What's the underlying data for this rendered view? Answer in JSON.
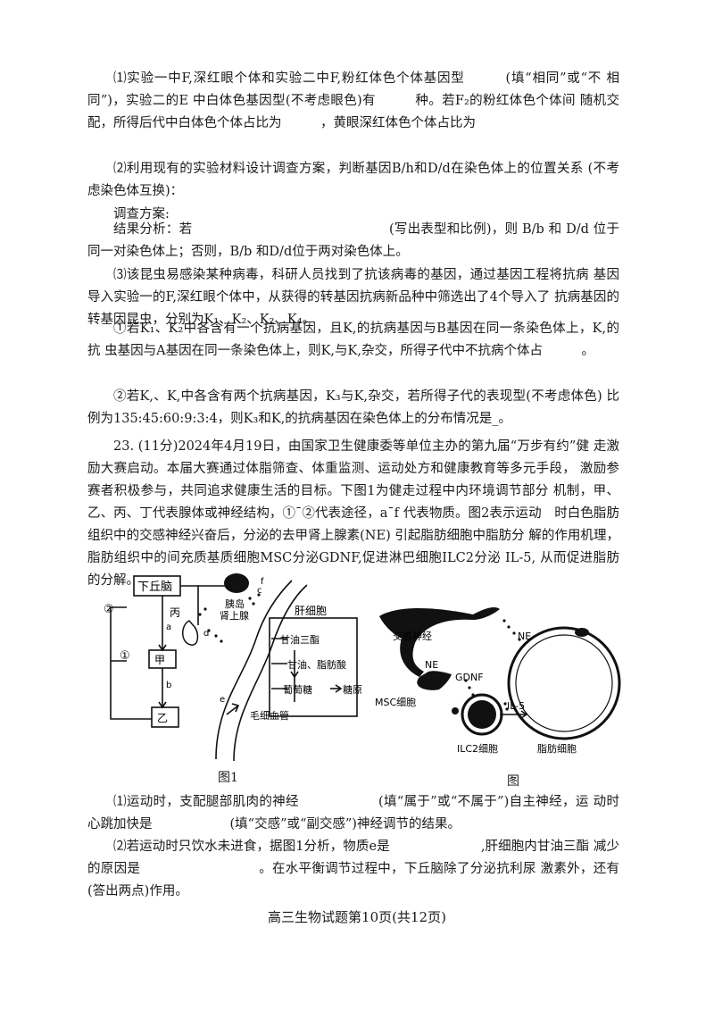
{
  "q22": {
    "p1": "⑴实验一中F,深红眼个体和实验二中F,粉红体色个体基因型　　　(填“相同”或“不 相同”)，实验二的E 中白体色基因型(不考虑眼色)有　　　种。若F₂的粉红体色个体间 随机交配，所得后代中白体色个体占比为　　　，黄眼深红体色个体占比为",
    "p2": "⑵利用现有的实验材料设计调查方案，判断基因B/h和D/d在染色体上的位置关系 (不考虑染色体互换)：",
    "p3": "调查方案:",
    "p4": "结果分析：若　　　　　　　　　　　　　　　(写出表型和比例)，则 B/b 和 D/d 位于 同一对染色体上；否则，B/b 和D/d位于两对染色体上。",
    "p5": "⑶该昆虫易感染某种病毒，科研人员找到了抗该病毒的基因，通过基因工程将抗病 基因导入实验一的F,深红眼个体中，从获得的转基因抗病新品种中筛选出了4个导入了 抗病基因的转基因昆虫，分别为K₁、K₂、K₂、K₄。",
    "p6": "①若K₁、K₂中各含有一个抗病基因，且K,的抗病基因与B基因在同一条染色体上，K,的抗 虫基因与A基因在同一条染色体上，则K,与K,杂交，所得子代中不抗病个体占　　　。",
    "p7": "②若K,、K,中各含有两个抗病基因，K₃与K,杂交，若所得子代的表现型(不考虑体色) 比例为135:45:60:9:3:4，则K₃和K,的抗病基因在染色体上的分布情况是_。"
  },
  "q23": {
    "intro": "23. (11分)2024年4月19日，由国家卫生健康委等单位主办的第九届“万步有约”健 走激励大赛启动。本届大赛通过体脂筛查、体重监测、运动处方和健康教育等多元手段， 激励参赛者积极参与，共同追求健康生活的目标。下图1为健走过程中内环境调节部分 机制，甲、乙、丙、丁代表腺体或神经结构，①ˉ②代表途径，aˉf 代表物质。图2表示运动　时白色脂肪组织中的交感神经兴奋后，分泌的去甲肾上腺素(NE) 引起脂肪细胞中脂肪分 解的作用机理，脂肪组织中的间充质基质细胞MSC分泌GDNF,促进淋巴细胞ILC2分泌 IL-5, 从而促进脂肪的分解。",
    "s1": "⑴运动时，支配腿部肌肉的神经　　　　　　(填“属于”或“不属于”)自主神经，运 动时心跳加快是　　　　　　(填“交感”或“副交感”)神经调节的结果。",
    "s2": "⑵若运动时只饮水未进食，据图1分析，物质e是　　　　　　　,肝细胞内甘油三酯 减少的原因是　　　　　　　　　。在水平衡调节过程中，下丘脑除了分泌抗利尿 激素外，还有　　　　　　　　(答出两点)作用。"
  },
  "fig1": {
    "hypothalamus": "下丘脑",
    "islet": "胰岛",
    "adrenal": "肾上腺",
    "bing": "丙",
    "jia": "甲",
    "yi": "乙",
    "path1": "①",
    "path2": "②",
    "a": "a",
    "b": "b",
    "c": "c",
    "d": "d",
    "e": "e",
    "f": "f",
    "liver": "肝细胞",
    "tg": "甘油三酯",
    "gf": "甘油、脂肪酸",
    "glucose": "葡萄糖",
    "glycogen": "糖原",
    "capillary": "毛细血管",
    "caption": "图1"
  },
  "fig2": {
    "sympathetic": "交感神经",
    "ne1": "NE",
    "ne2": "NE",
    "msc": "MSC细胞",
    "gdnf": "GDNF",
    "il5": "IL-5",
    "ilc2": "ILC2细胞",
    "fat": "脂肪细胞",
    "caption": "图"
  },
  "footer": "高三生物试题第10页(共12页)"
}
